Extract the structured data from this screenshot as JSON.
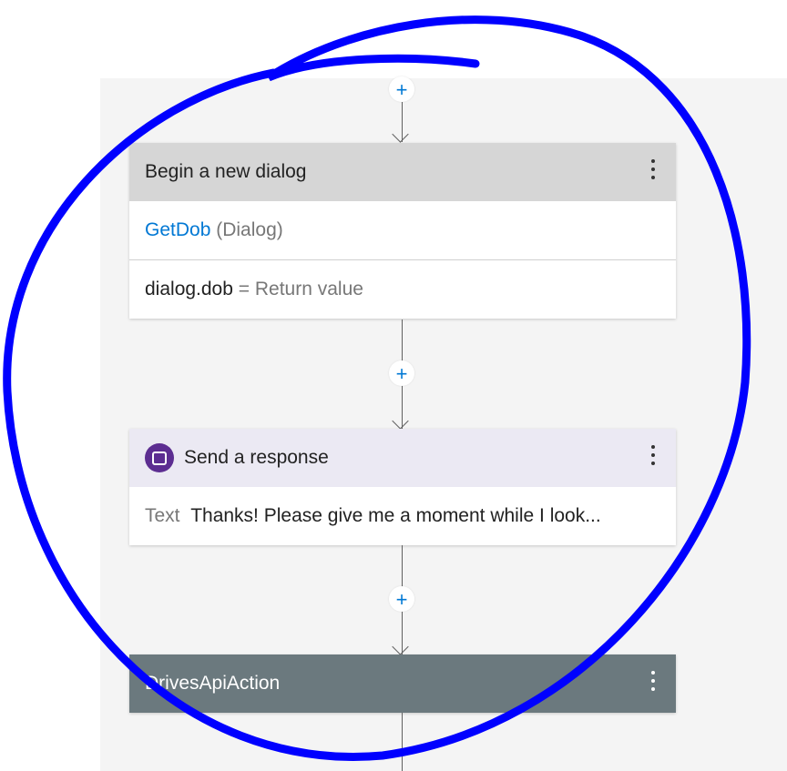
{
  "flow": {
    "add_label": "+",
    "begin_dialog": {
      "title": "Begin a new dialog",
      "dialog_name": "GetDob",
      "dialog_type": "(Dialog)",
      "property": "dialog.dob",
      "assign": "= Return value"
    },
    "send_response": {
      "title": "Send a response",
      "text_label": "Text",
      "text_value": "Thanks! Please give me a moment while I look..."
    },
    "api_action": {
      "title": "DrivesApiAction"
    }
  },
  "colors": {
    "annotation": "#0000ff",
    "begin_header": "#d6d6d6",
    "send_header": "#ebe9f3",
    "api_header": "#6b797e",
    "bot_icon": "#5c2d91",
    "link": "#0078d4"
  }
}
